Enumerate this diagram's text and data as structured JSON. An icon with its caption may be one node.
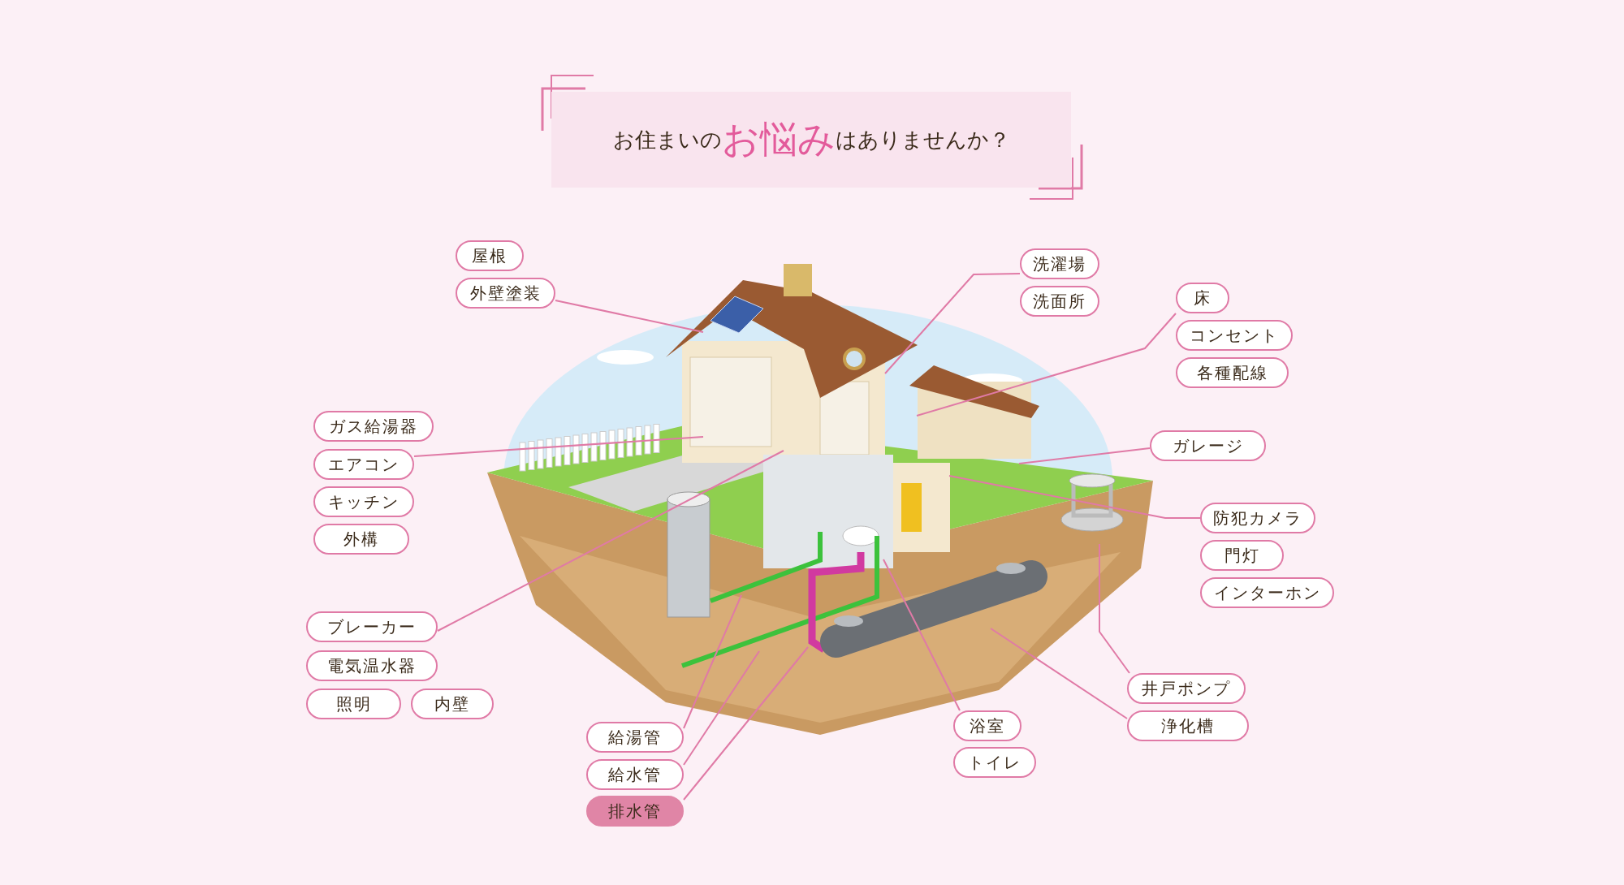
{
  "diagram": {
    "title": "お住まいの**お悩み**はありませんか？",
    "nodes": [
      {
        "text": [
          "屋根"
        ]
      },
      {
        "text": [
          "外壁塗装"
        ]
      },
      {
        "text": [
          "洗濯場"
        ]
      },
      {
        "text": [
          "洗面所"
        ]
      },
      {
        "text": [
          "床"
        ]
      },
      {
        "text": [
          "コンセント"
        ]
      },
      {
        "text": [
          "各種配線"
        ]
      },
      {
        "text": [
          "ガス給湯器"
        ]
      },
      {
        "text": [
          "エアコン"
        ]
      },
      {
        "text": [
          "キッチン"
        ]
      },
      {
        "text": [
          "外構"
        ]
      },
      {
        "text": [
          "ガレージ"
        ]
      },
      {
        "text": [
          "防犯カメラ"
        ]
      },
      {
        "text": [
          "門灯"
        ]
      },
      {
        "text": [
          "インターホン"
        ]
      },
      {
        "text": [
          "ブレーカー"
        ]
      },
      {
        "text": [
          "電気温水器"
        ]
      },
      {
        "text": [
          "照明"
        ]
      },
      {
        "text": [
          "内壁"
        ]
      },
      {
        "text": [
          "井戸ポンプ"
        ]
      },
      {
        "text": [
          "浄化槽"
        ]
      },
      {
        "text": [
          "浴室"
        ]
      },
      {
        "text": [
          "トイレ"
        ]
      },
      {
        "text": [
          "給湯管"
        ]
      },
      {
        "text": [
          "給水管"
        ]
      },
      {
        "text": [
          "排水管"
        ]
      }
    ],
    "edges": [
      {
        "from": 1,
        "to": null,
        "arrow": "none"
      },
      {
        "from": 2,
        "to": null,
        "arrow": "none"
      },
      {
        "from": 4,
        "to": null,
        "arrow": "none"
      },
      {
        "from": 8,
        "to": null,
        "arrow": "none"
      },
      {
        "from": 11,
        "to": null,
        "arrow": "none"
      },
      {
        "from": 12,
        "to": null,
        "arrow": "none"
      },
      {
        "from": 15,
        "to": null,
        "arrow": "none"
      },
      {
        "from": 19,
        "to": null,
        "arrow": "none"
      },
      {
        "from": 20,
        "to": null,
        "arrow": "none"
      },
      {
        "from": 21,
        "to": null,
        "arrow": "none"
      },
      {
        "from": 23,
        "to": null,
        "arrow": "none"
      },
      {
        "from": 24,
        "to": null,
        "arrow": "none"
      },
      {
        "from": 25,
        "to": null,
        "arrow": "none"
      }
    ]
  }
}
